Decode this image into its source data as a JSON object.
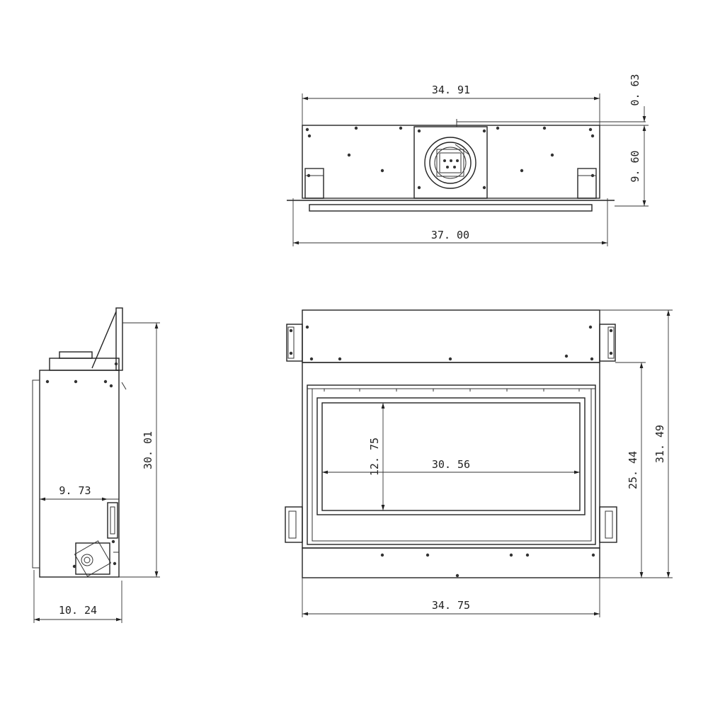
{
  "drawing": {
    "top_view": {
      "width_upper": "34. 91",
      "flange_offset": "0. 63",
      "depth": "9. 60",
      "width_overall": "37. 00"
    },
    "side_view": {
      "height": "30. 01",
      "inner_offset": "9. 73",
      "depth": "10. 24"
    },
    "front_view": {
      "opening_height": "12. 75",
      "opening_width": "30. 56",
      "frame_height": "25. 44",
      "overall_height": "31. 49",
      "overall_width": "34. 75"
    }
  }
}
